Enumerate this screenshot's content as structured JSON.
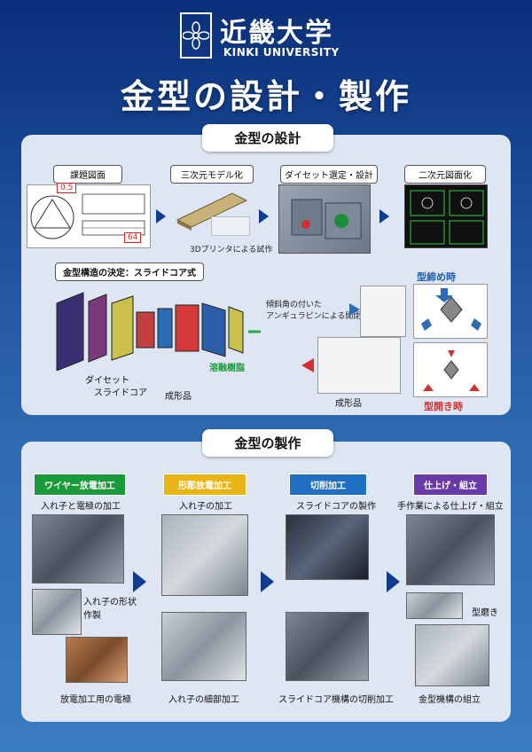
{
  "header": {
    "university_jp": "近畿大学",
    "university_en": "KINKI UNIVERSITY",
    "title": "金型の設計・製作"
  },
  "design": {
    "section_label": "金型の設計",
    "steps": [
      {
        "label": "課題図面"
      },
      {
        "label": "三次元モデル化"
      },
      {
        "label": "ダイセット選定・設計"
      },
      {
        "label": "二次元図面化"
      }
    ],
    "dim_05": "0.5",
    "dim_64": "64",
    "printer_caption": "3Dプリンタによる試作",
    "structure_label": "金型構造の決定：スライドコア式",
    "parts": {
      "dieset": "ダイセット",
      "slide_core": "スライドコア",
      "molded_part": "成形品",
      "resin": "溶融樹脂"
    },
    "angular_pin": "傾斜角の付いた\nアンギュラピンによる開閉",
    "mold_close": "型締め時",
    "mold_open": "型開き時",
    "molded_part2": "成形品"
  },
  "make": {
    "section_label": "金型の製作",
    "processes": [
      {
        "label": "ワイヤー放電加工",
        "color": "#1a9a3a",
        "caption": "入れ子と電極の加工"
      },
      {
        "label": "形彫放電加工",
        "color": "#e8b416",
        "caption": "入れ子の加工"
      },
      {
        "label": "切削加工",
        "color": "#1f6fc2",
        "caption": "スライドコアの製作"
      },
      {
        "label": "仕上げ・組立",
        "color": "#6a3aa8",
        "caption": "手作業による仕上げ・組立"
      }
    ],
    "col1": {
      "shape_caption": "入れ子の形状\n作製",
      "electrode_caption": "放電加工用の電極"
    },
    "col2": {
      "detail_caption": "入れ子の細部加工"
    },
    "col3": {
      "slide_caption": "スライドコア機構の切削加工"
    },
    "col4": {
      "polish_caption": "型磨き",
      "assembly_caption": "金型機構の組立"
    }
  }
}
